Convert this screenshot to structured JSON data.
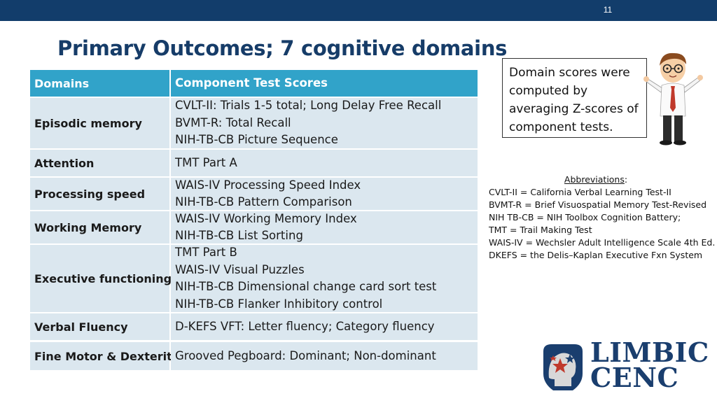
{
  "slide": {
    "number": "11"
  },
  "title": "Primary Outcomes; 7 cognitive domains",
  "table": {
    "headers": {
      "domain": "Domains",
      "tests": "Component Test Scores"
    },
    "rows": [
      {
        "domain": "Episodic memory",
        "tests": [
          "CVLT-II: Trials 1-5 total; Long Delay Free Recall",
          "BVMT-R: Total Recall",
          "NIH-TB-CB Picture Sequence"
        ]
      },
      {
        "domain": "Attention",
        "tests": [
          "TMT Part A"
        ]
      },
      {
        "domain": "Processing speed",
        "tests": [
          "WAIS-IV Processing Speed Index",
          "NIH-TB-CB Pattern Comparison"
        ]
      },
      {
        "domain": "Working Memory",
        "tests": [
          "WAIS-IV Working Memory Index",
          "NIH-TB-CB List Sorting"
        ]
      },
      {
        "domain": "Executive functioning",
        "tests": [
          "TMT Part B",
          "WAIS-IV Visual Puzzles",
          "NIH-TB-CB Dimensional change card sort test",
          "NIH-TB-CB Flanker Inhibitory control"
        ]
      },
      {
        "domain": "Verbal Fluency",
        "tests": [
          "D-KEFS VFT: Letter fluency; Category fluency"
        ]
      },
      {
        "domain": "Fine Motor & Dexterity",
        "tests": [
          "Grooved Pegboard: Dominant; Non-dominant"
        ]
      }
    ]
  },
  "note": "Domain scores were computed by averaging Z-scores of component tests.",
  "abbreviations": {
    "heading": "Abbreviations",
    "heading_suffix": ":",
    "lines": [
      "CVLT-II = California Verbal Learning Test-II",
      "BVMT-R = Brief Visuospatial Memory Test-Revised",
      "NIH TB-CB = NIH Toolbox Cognition Battery;",
      "TMT = Trail Making Test",
      "WAIS-IV = Wechsler Adult Intelligence Scale 4th Ed.",
      "DKEFS = the Delis–Kaplan Executive Fxn System"
    ]
  },
  "logo": {
    "line1": "LIMBIC",
    "line2": "CENC"
  },
  "colors": {
    "topbar": "#123d6b",
    "title": "#163c68",
    "header": "#31a3c9",
    "row": "#dbe7ef",
    "logo": "#1a3e6e",
    "star": "#c0392b"
  }
}
